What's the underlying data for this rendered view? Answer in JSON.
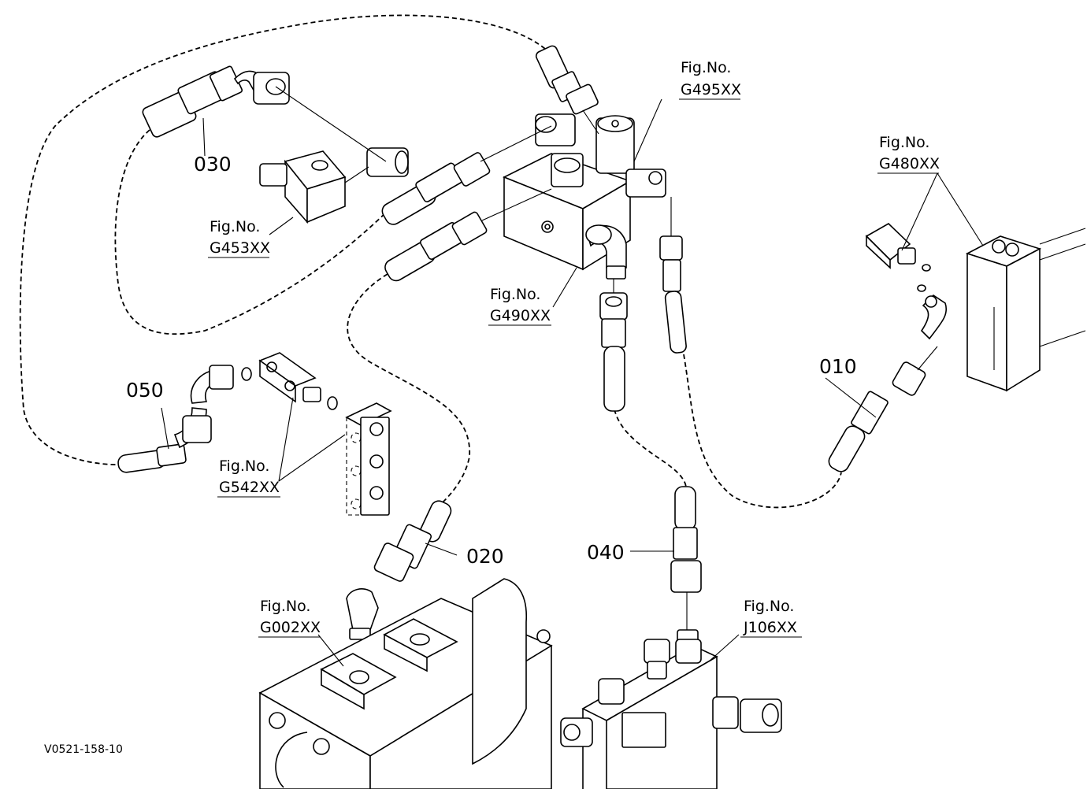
{
  "diagram": {
    "part_numbers": {
      "p010": "010",
      "p020": "020",
      "p030": "030",
      "p040": "040",
      "p050": "050"
    },
    "figure_refs": [
      {
        "label": "Fig.No.",
        "code": "G495XX"
      },
      {
        "label": "Fig.No.",
        "code": "G480XX"
      },
      {
        "label": "Fig.No.",
        "code": "G453XX"
      },
      {
        "label": "Fig.No.",
        "code": "G490XX"
      },
      {
        "label": "Fig.No.",
        "code": "G542XX"
      },
      {
        "label": "Fig.No.",
        "code": "G002XX"
      },
      {
        "label": "Fig.No.",
        "code": "J106XX"
      }
    ],
    "drawing_code": "V0521-158-10"
  }
}
